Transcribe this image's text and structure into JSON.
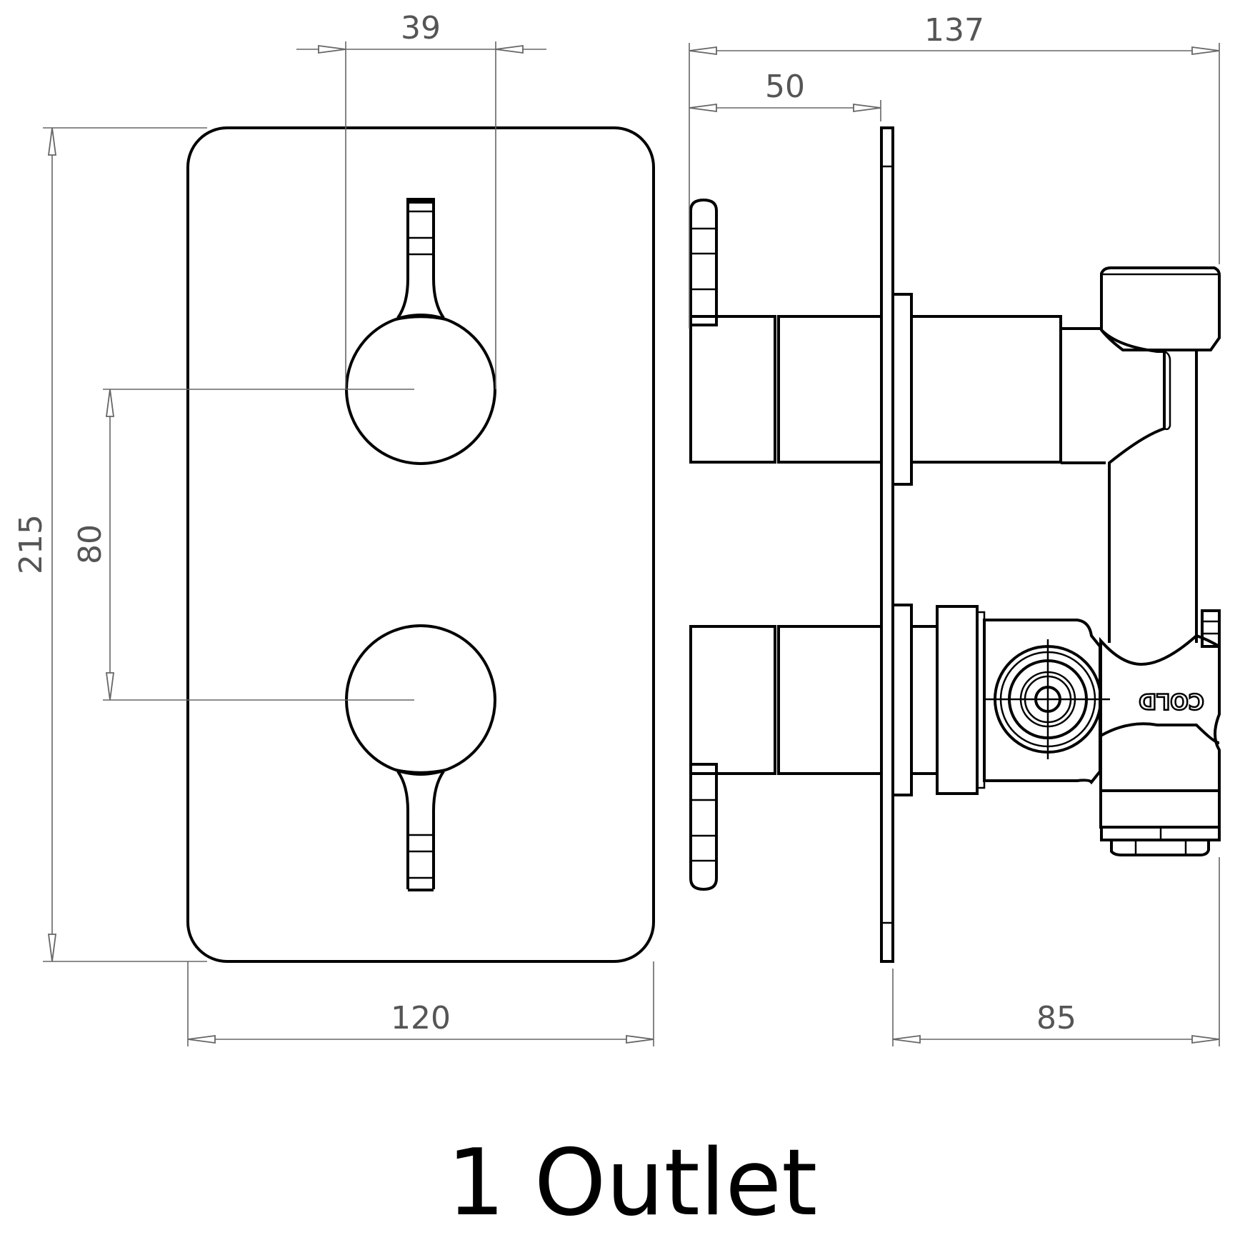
{
  "title": "1 Outlet",
  "units": "mm",
  "dimensions": {
    "knob_diameter": "39",
    "overall_depth": "137",
    "front_projection": "50",
    "plate_height": "215",
    "knob_spacing": "80",
    "plate_width": "120",
    "rear_depth": "85"
  },
  "labels": {
    "inlet_marking": "COLD"
  },
  "colors": {
    "drawing_line": "#000000",
    "dimension_line": "#666666",
    "dimension_text": "#555555"
  }
}
